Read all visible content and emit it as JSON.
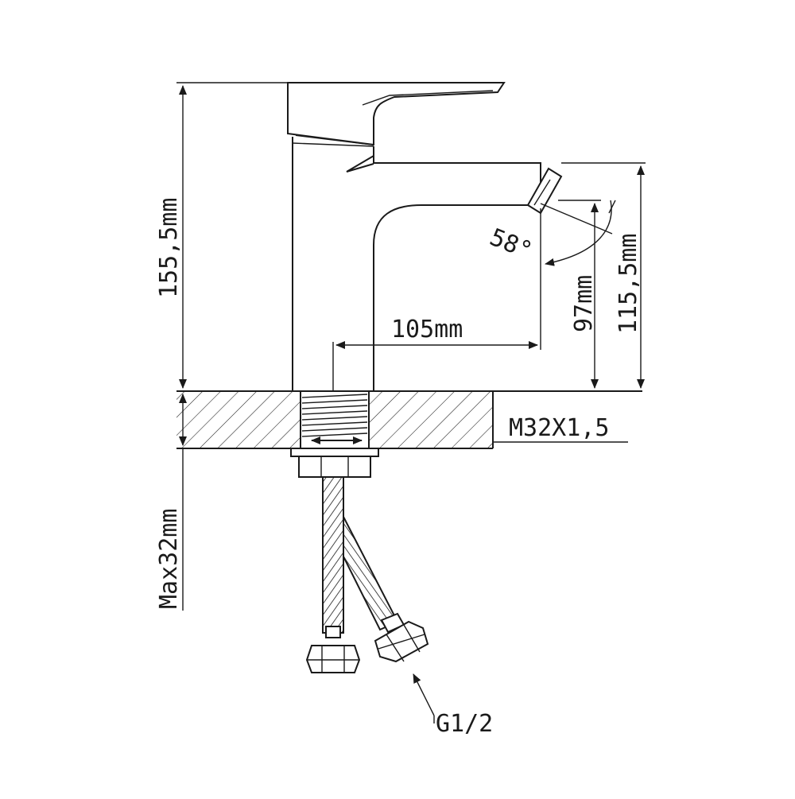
{
  "drawing": {
    "dimensions": {
      "total_height": "155,5mm",
      "spout_height": "115,5mm",
      "outlet_height": "97mm",
      "spout_reach": "105mm",
      "spout_angle": "58°",
      "max_thickness": "Max32mm"
    },
    "callouts": {
      "mount_thread": "M32X1,5",
      "hose_thread": "G1/2"
    }
  }
}
